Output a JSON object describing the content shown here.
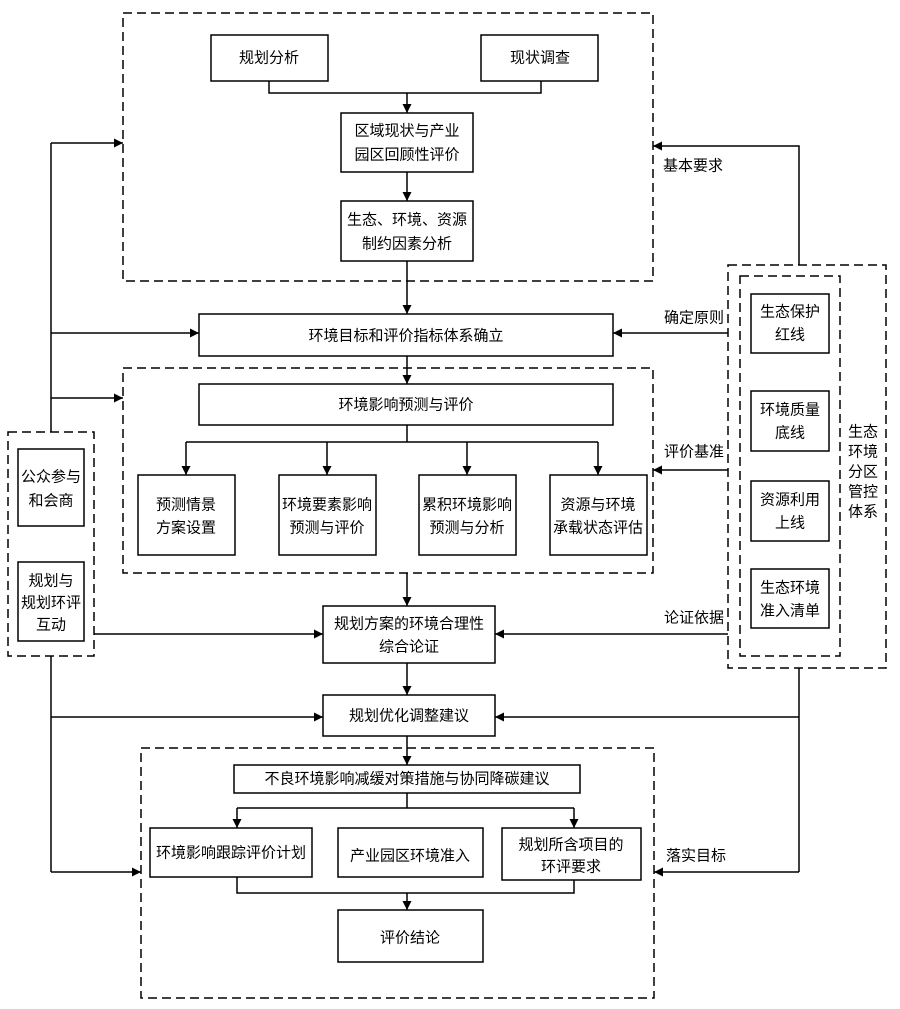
{
  "top": {
    "plan_analysis": "规划分析",
    "status_survey": "现状调查",
    "regional_review": [
      "区域现状与产业",
      "园区回顾性评价"
    ],
    "constraint_analysis": [
      "生态、环境、资源",
      "制约因素分析"
    ]
  },
  "objectives": "环境目标和评价指标体系确立",
  "impact": {
    "title": "环境影响预测与评价",
    "items": [
      [
        "预测情景",
        "方案设置"
      ],
      [
        "环境要素影响",
        "预测与评价"
      ],
      [
        "累积环境影响",
        "预测与分析"
      ],
      [
        "资源与环境",
        "承载状态评估"
      ]
    ]
  },
  "rationality": [
    "规划方案的环境合理性",
    "综合论证"
  ],
  "optimization": "规划优化调整建议",
  "bottom": {
    "mitigation": "不良环境影响减缓对策措施与协同降碳建议",
    "tracking_plan": "环境影响跟踪评价计划",
    "park_access": "产业园区环境准入",
    "project_requirements": [
      "规划所含项目的",
      "环评要求"
    ],
    "conclusion": "评价结论"
  },
  "left": {
    "public": [
      "公众参与",
      "和会商"
    ],
    "interaction": [
      "规划与",
      "规划环评",
      "互动"
    ]
  },
  "right": {
    "items": [
      [
        "生态保护",
        "红线"
      ],
      [
        "环境质量",
        "底线"
      ],
      [
        "资源利用",
        "上线"
      ],
      [
        "生态环境",
        "准入清单"
      ]
    ],
    "system_label": [
      "生态",
      "环境",
      "分区",
      "管控",
      "体系"
    ]
  },
  "edge_labels": {
    "basic_requirements": "基本要求",
    "principles": "确定原则",
    "criteria": "评价基准",
    "basis": "论证依据",
    "targets": "落实目标"
  }
}
